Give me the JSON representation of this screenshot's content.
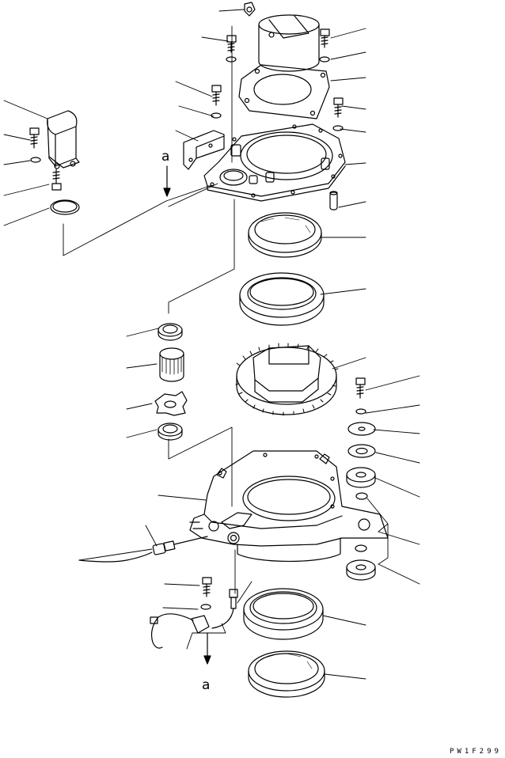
{
  "diagram": {
    "reference_marker_top": "a",
    "reference_marker_bottom": "a",
    "drawing_code": "PW1F299",
    "line_color": "#000000",
    "background_color": "#ffffff"
  }
}
